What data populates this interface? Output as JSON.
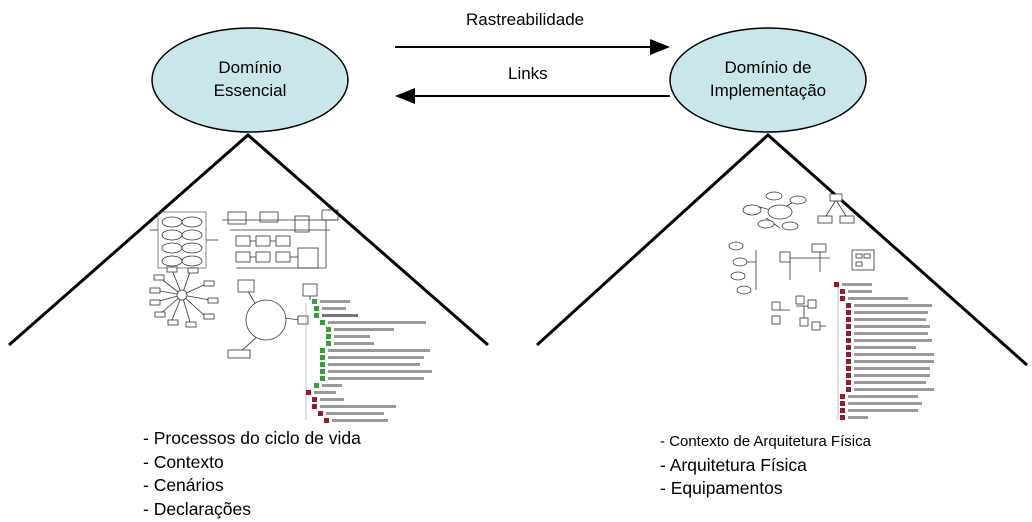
{
  "left_domain": {
    "line1": "Domínio",
    "line2": "Essencial"
  },
  "right_domain": {
    "line1": "Domínio de",
    "line2": "Implementação"
  },
  "arrows": {
    "top_label": "Rastreabilidade",
    "bottom_label": "Links"
  },
  "left_list": [
    "- Processos do ciclo de vida",
    "- Contexto",
    "- Cenários",
    "- Declarações"
  ],
  "right_list": [
    "- Contexto de Arquitetura Física",
    "- Arquitetura Física",
    "- Equipamentos"
  ],
  "colors": {
    "ellipse_fill": "#c9e6ea",
    "ellipse_stroke": "#000000",
    "tree_green": "#3c9a3c",
    "tree_red": "#8c1f2c"
  }
}
